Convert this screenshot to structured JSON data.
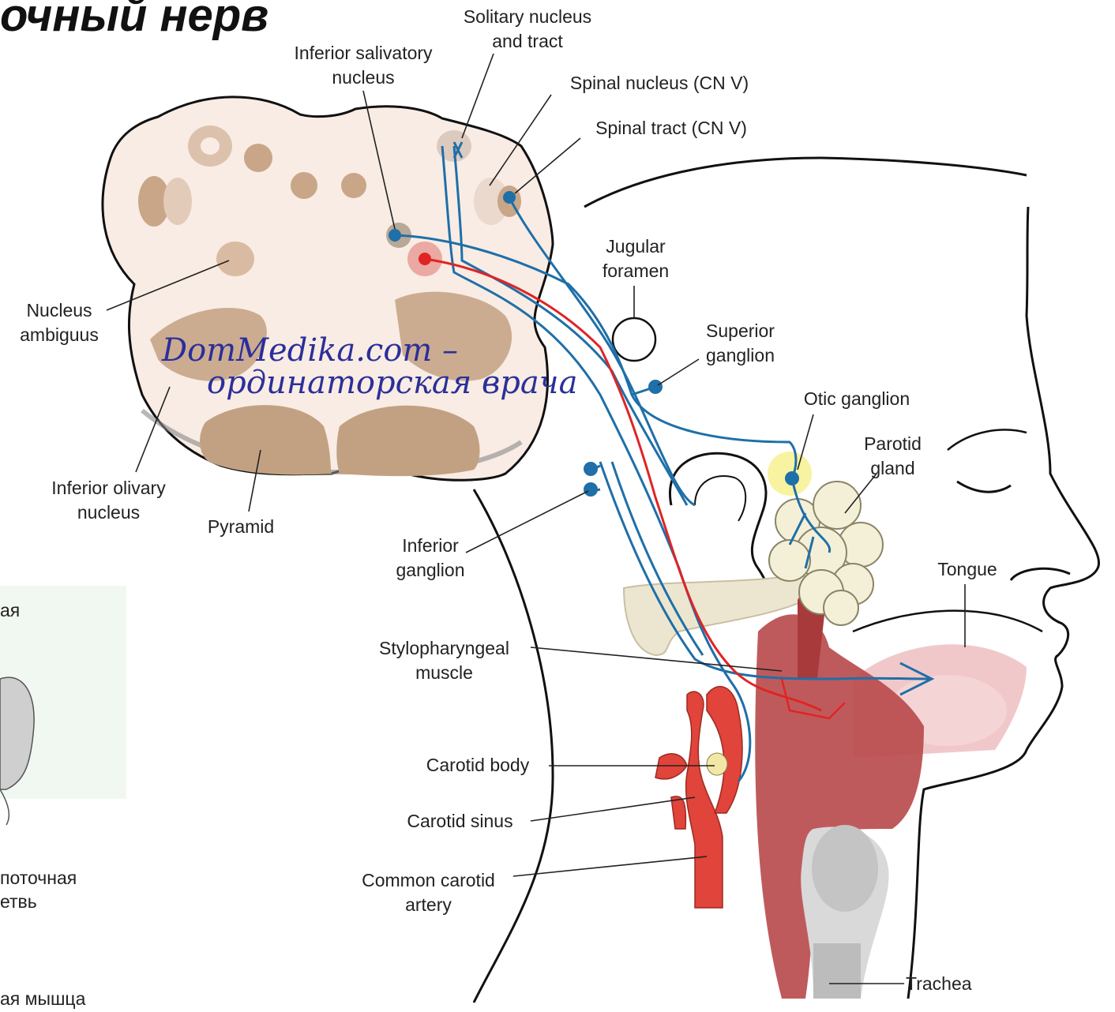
{
  "title": "очный нерв",
  "watermark": {
    "line1": "DomMedika.com –",
    "line2": "ординаторская врача"
  },
  "labels": {
    "solitary_nucleus": [
      "Solitary nucleus",
      "and tract"
    ],
    "inferior_salivatory": [
      "Inferior salivatory",
      "nucleus"
    ],
    "spinal_nucleus": "Spinal nucleus (CN V)",
    "spinal_tract": "Spinal tract (CN V)",
    "jugular_foramen": [
      "Jugular",
      "foramen"
    ],
    "superior_ganglion": [
      "Superior",
      "ganglion"
    ],
    "otic_ganglion": "Otic ganglion",
    "parotid_gland": [
      "Parotid",
      "gland"
    ],
    "nucleus_ambiguus": [
      "Nucleus",
      "ambiguus"
    ],
    "inferior_olivary": [
      "Inferior olivary",
      "nucleus"
    ],
    "pyramid": "Pyramid",
    "inferior_ganglion": [
      "Inferior",
      "ganglion"
    ],
    "tongue": "Tongue",
    "stylopharyngeal": [
      "Stylopharyngeal",
      "muscle"
    ],
    "carotid_body": "Carotid body",
    "carotid_sinus": "Carotid sinus",
    "common_carotid": [
      "Common carotid",
      "artery"
    ],
    "trachea": "Trachea"
  },
  "left_fragments": [
    "ая",
    "поточная",
    "етвь",
    "ая мышца"
  ],
  "colors": {
    "nerve_blue": "#1f6fa8",
    "nerve_red": "#e02424",
    "medulla": "#f8ece4",
    "nucleus": "#c9a688",
    "muscle": "#b23b3b",
    "artery": "#e0443a",
    "gland": "#f4f0d8"
  }
}
